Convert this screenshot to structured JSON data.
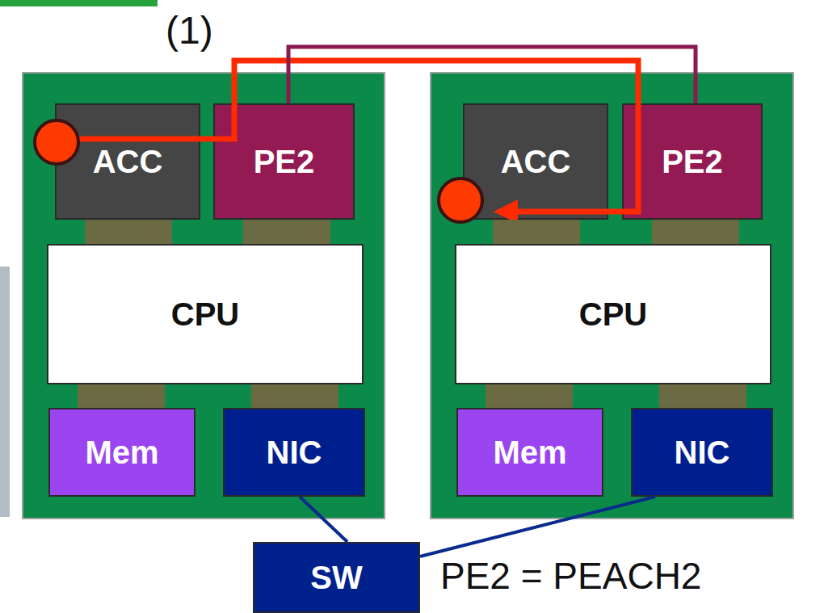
{
  "diagram": {
    "nodes": [
      {
        "text": [
          "ACC"
        ]
      },
      {
        "text": [
          "PE2"
        ]
      },
      {
        "text": [
          "ACC"
        ]
      },
      {
        "text": [
          "PE2"
        ]
      },
      {
        "text": [
          "CPU"
        ]
      },
      {
        "text": [
          "CPU"
        ]
      },
      {
        "text": [
          "Mem"
        ]
      },
      {
        "text": [
          "NIC"
        ]
      },
      {
        "text": [
          "Mem"
        ]
      },
      {
        "text": [
          "NIC"
        ]
      },
      {
        "text": [
          "SW"
        ]
      }
    ],
    "edges": [
      {
        "from": 0,
        "to": 2,
        "arrow": "to"
      },
      {
        "from": 1,
        "to": 3,
        "arrow": "none"
      },
      {
        "from": 0,
        "to": 4,
        "arrow": "none"
      },
      {
        "from": 1,
        "to": 4,
        "arrow": "none"
      },
      {
        "from": 2,
        "to": 5,
        "arrow": "none"
      },
      {
        "from": 3,
        "to": 5,
        "arrow": "none"
      },
      {
        "from": 4,
        "to": 6,
        "arrow": "none"
      },
      {
        "from": 4,
        "to": 7,
        "arrow": "none"
      },
      {
        "from": 5,
        "to": 8,
        "arrow": "none"
      },
      {
        "from": 5,
        "to": 9,
        "arrow": "none"
      },
      {
        "from": 7,
        "to": 10,
        "arrow": "none"
      },
      {
        "from": 9,
        "to": 10,
        "arrow": "none"
      }
    ],
    "labels": [
      "(1)",
      "PE2 = PEACH2"
    ]
  }
}
